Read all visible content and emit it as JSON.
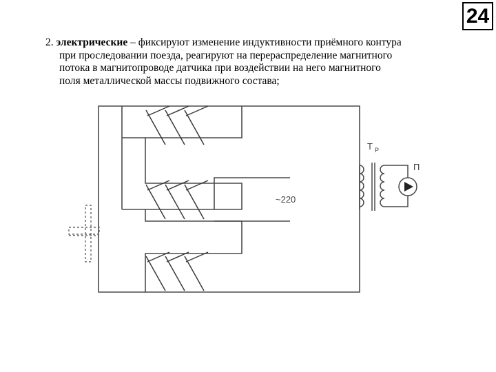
{
  "page_number": "24",
  "text": {
    "item_number": "2.",
    "term": "электрические",
    "line1_rest": " – фиксируют изменение индуктивности приёмного контура",
    "line2": "при проследовании поезда, реагируют на перераспределение магнитного",
    "line3": "потока в магнитопроводе датчика при воздействии на него магнитного",
    "line4": "поля металлической массы подвижного состава;"
  },
  "diagram": {
    "transformer_label": "Т",
    "transformer_subscript": "Р",
    "receiver_label": "П",
    "voltage_label": "~220"
  }
}
